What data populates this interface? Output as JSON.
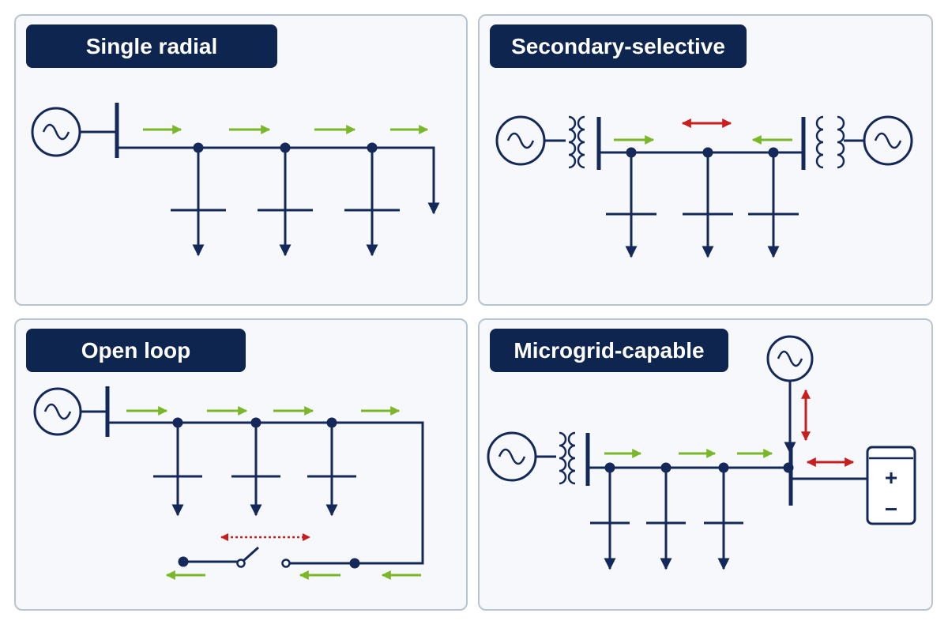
{
  "panels": {
    "single_radial": {
      "title": "Single radial"
    },
    "secondary_selective": {
      "title": "Secondary-selective"
    },
    "open_loop": {
      "title": "Open loop"
    },
    "microgrid_capable": {
      "title": "Microgrid-capable"
    }
  },
  "battery": {
    "plus": "+",
    "minus": "−"
  },
  "colors": {
    "line": "#14285a",
    "flow_arrow": "#7ab829",
    "bidirectional_arrow": "#c81e1e",
    "title_bg": "#0e2550",
    "panel_bg": "#f6f8fb",
    "panel_border": "#b9c4d2"
  }
}
